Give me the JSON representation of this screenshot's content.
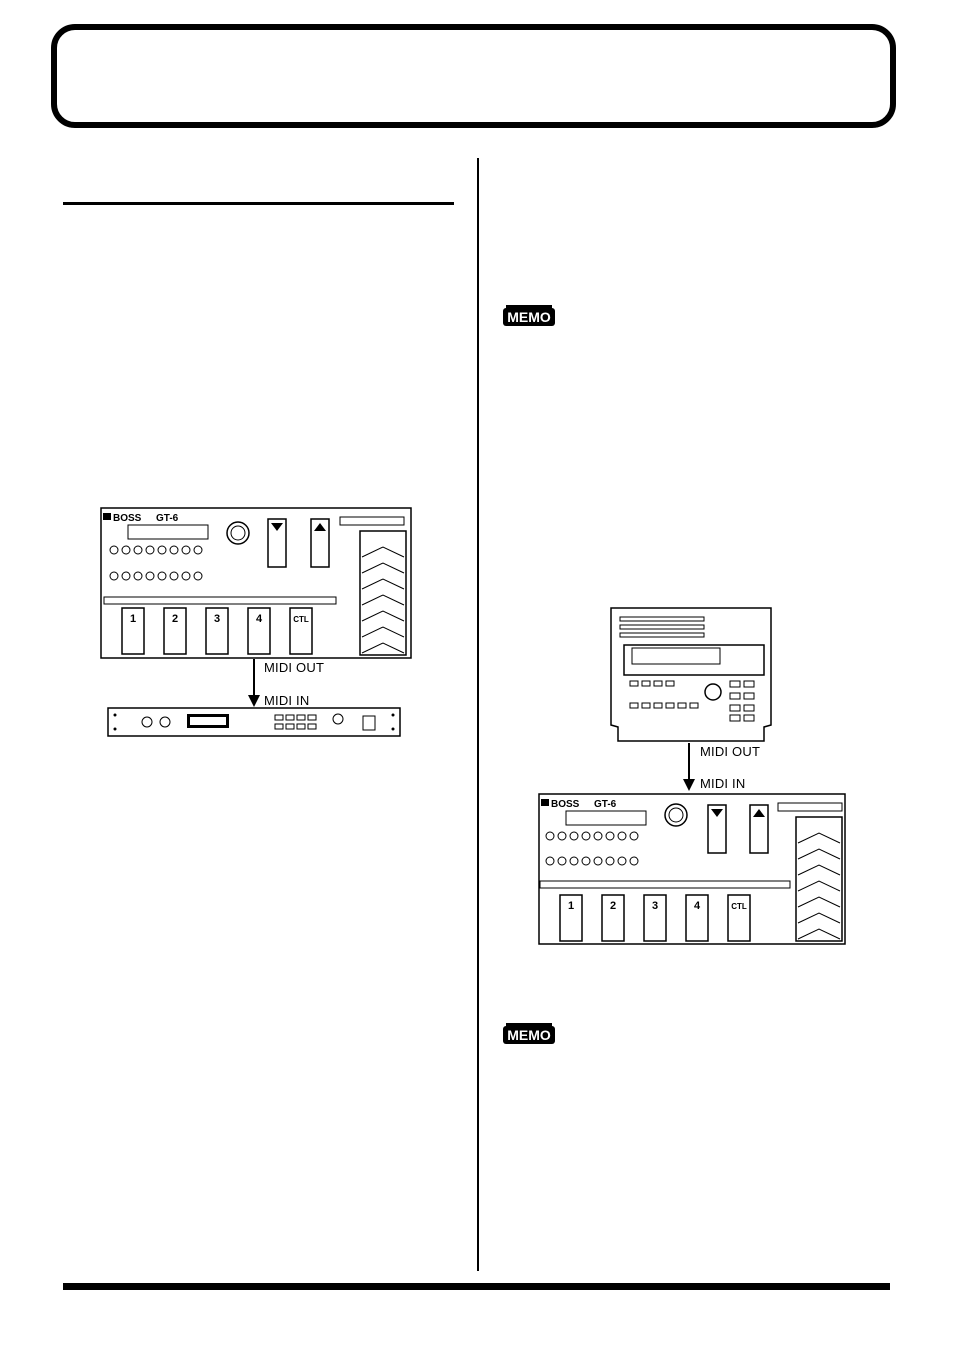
{
  "diagram_left": {
    "unit_logo": "BOSS",
    "unit_model": "GT-6",
    "pedals": [
      "1",
      "2",
      "3",
      "4",
      "CTL"
    ],
    "label_out": "MIDI OUT",
    "label_in": "MIDI IN"
  },
  "diagram_right": {
    "label_out": "MIDI OUT",
    "label_in": "MIDI IN",
    "unit_logo": "BOSS",
    "unit_model": "GT-6",
    "pedals": [
      "1",
      "2",
      "3",
      "4",
      "CTL"
    ]
  },
  "memo_icons": [
    "MEMO",
    "MEMO"
  ]
}
